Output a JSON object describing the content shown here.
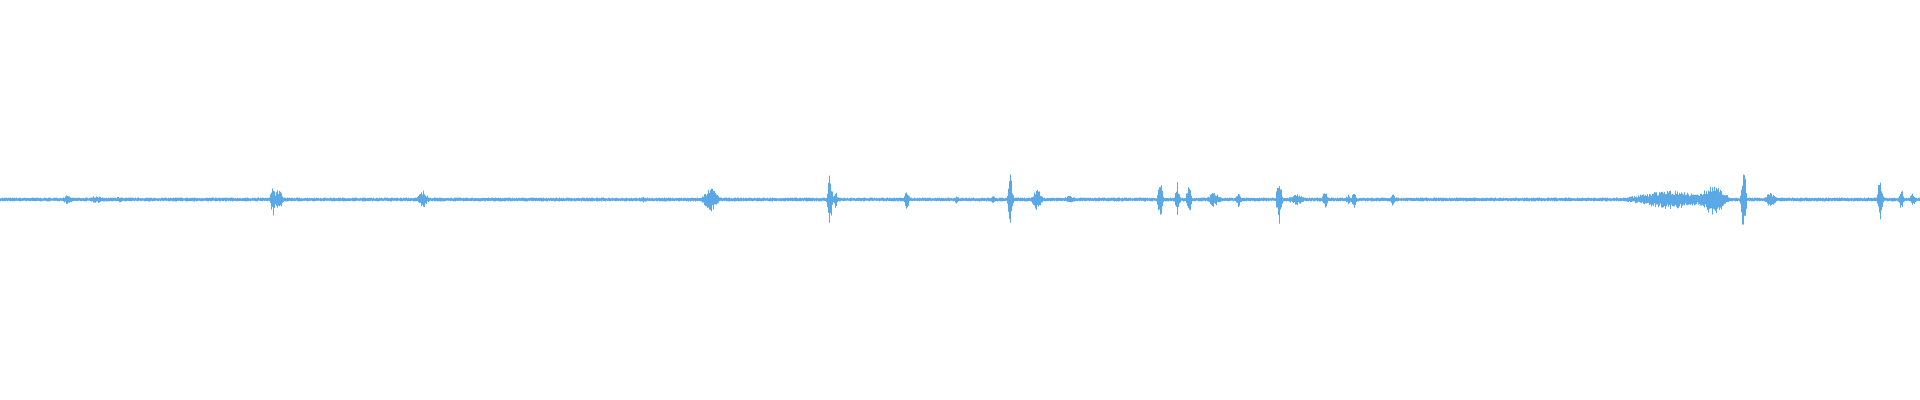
{
  "waveform": {
    "color": "#5aa9e6",
    "background": "#ffffff",
    "duration_fraction_max": 1.0,
    "bursts": [
      {
        "t": 0.035,
        "amp": 0.012,
        "width": 0.004
      },
      {
        "t": 0.05,
        "amp": 0.01,
        "width": 0.006
      },
      {
        "t": 0.062,
        "amp": 0.008,
        "width": 0.004
      },
      {
        "t": 0.101,
        "amp": 0.006,
        "width": 0.002
      },
      {
        "t": 0.142,
        "amp": 0.04,
        "width": 0.002
      },
      {
        "t": 0.145,
        "amp": 0.03,
        "width": 0.003
      },
      {
        "t": 0.22,
        "amp": 0.022,
        "width": 0.004
      },
      {
        "t": 0.335,
        "amp": 0.01,
        "width": 0.002
      },
      {
        "t": 0.37,
        "amp": 0.03,
        "width": 0.006
      },
      {
        "t": 0.432,
        "amp": 0.065,
        "width": 0.002
      },
      {
        "t": 0.435,
        "amp": 0.02,
        "width": 0.002
      },
      {
        "t": 0.472,
        "amp": 0.026,
        "width": 0.002
      },
      {
        "t": 0.498,
        "amp": 0.01,
        "width": 0.002
      },
      {
        "t": 0.517,
        "amp": 0.01,
        "width": 0.002
      },
      {
        "t": 0.526,
        "amp": 0.06,
        "width": 0.002
      },
      {
        "t": 0.54,
        "amp": 0.028,
        "width": 0.004
      },
      {
        "t": 0.557,
        "amp": 0.01,
        "width": 0.005
      },
      {
        "t": 0.604,
        "amp": 0.06,
        "width": 0.002
      },
      {
        "t": 0.613,
        "amp": 0.04,
        "width": 0.002
      },
      {
        "t": 0.619,
        "amp": 0.04,
        "width": 0.002
      },
      {
        "t": 0.632,
        "amp": 0.018,
        "width": 0.005
      },
      {
        "t": 0.645,
        "amp": 0.02,
        "width": 0.002
      },
      {
        "t": 0.666,
        "amp": 0.068,
        "width": 0.002
      },
      {
        "t": 0.675,
        "amp": 0.015,
        "width": 0.006
      },
      {
        "t": 0.69,
        "amp": 0.025,
        "width": 0.002
      },
      {
        "t": 0.702,
        "amp": 0.012,
        "width": 0.002
      },
      {
        "t": 0.705,
        "amp": 0.022,
        "width": 0.002
      },
      {
        "t": 0.725,
        "amp": 0.016,
        "width": 0.002
      },
      {
        "t": 0.76,
        "amp": 0.004,
        "width": 0.09
      },
      {
        "t": 0.87,
        "amp": 0.024,
        "width": 0.03
      },
      {
        "t": 0.892,
        "amp": 0.04,
        "width": 0.01
      },
      {
        "t": 0.908,
        "amp": 0.09,
        "width": 0.002
      },
      {
        "t": 0.922,
        "amp": 0.02,
        "width": 0.004
      },
      {
        "t": 0.979,
        "amp": 0.06,
        "width": 0.002
      },
      {
        "t": 0.99,
        "amp": 0.028,
        "width": 0.002
      },
      {
        "t": 0.996,
        "amp": 0.02,
        "width": 0.002
      }
    ]
  }
}
